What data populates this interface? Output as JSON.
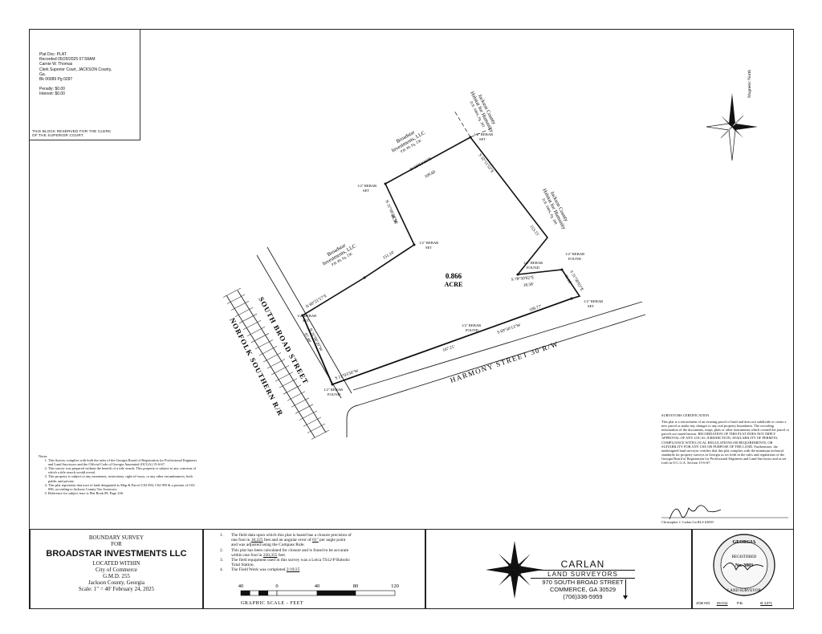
{
  "recording": {
    "lines": [
      "Plat Doc: PLAT",
      "Recorded 05/29/2025 07:58AM",
      "Carnie W. Thomas",
      "Clerk Superior Court, JACKSON County,",
      "Ga.",
      "Bk 00089 Pg 0287"
    ],
    "penalty": "Penalty: $0.00",
    "interest": "Interest: $0.00",
    "reserved1": "THIS BLOCK RESERVED FOR THE CLERK",
    "reserved2": "OF THE SUPERIOR COURT."
  },
  "north_label": "Magnetic North",
  "plat": {
    "acreage": "0.866",
    "acre_unit": "ACRE",
    "owners": [
      {
        "name": "Jackson County",
        "name2": "Habitat for Humanity",
        "ref": "D.B. 598A, Pg. 202"
      },
      {
        "name": "Broadstar",
        "name2": "Investments, LLC",
        "ref": "P.B. 89, Pg. 236"
      },
      {
        "name": "Jackson County",
        "name2": "Habitat for Humanity",
        "ref": "D.B. 598A, Pg. 208"
      },
      {
        "name": "Broadstar",
        "name2": "Investments, LLC",
        "ref": "P.B. 89, Pg. 236"
      }
    ],
    "calls": {
      "c1b": "N 59°51'16\"E",
      "c1d": "109.60",
      "c2b": "S 32°11'52\"E",
      "c2d": "153.15'",
      "c3b": "S 78°50'02\"E",
      "c3d": "18.58'",
      "c4b": "S 31°50'02\"E",
      "c4d": "41.10'",
      "c5b": "S 69°30'13\"W",
      "c5d1": "109.77'",
      "c5d2": "167.21'",
      "c6b": "S 21°03'56\"W",
      "c7b": "N 31°00'20\"W",
      "c7d": "87.48'",
      "c8b": "N 60°21'57\"E",
      "c9d": "151.10'",
      "c10b": "N 31°00'20\"W",
      "c10d": "66.56'"
    },
    "monuments": {
      "m_rebar_set": "1/2\" REBAR",
      "m_set": "SET",
      "m_found": "FOUND"
    },
    "streets": {
      "south_broad": "SOUTH BROAD STREET",
      "norfolk": "NORFOLK SOUTHERN R/R",
      "harmony": "HARMONY STREET 30'R/W"
    }
  },
  "notes": {
    "heading": "Notes:",
    "items": [
      "This Survey complies with both the rules of the Georgia Board of Registration for Professional Engineers and Land Surveyors and the Official Code of Georgia Annotated (OCGA) 15-6-67.",
      "This survey was prepared without the benefit of a title search. This property is subject to any concerns of which a title search would reveal.",
      "This property is subject to any easements, restrictions, right-of-ways, or any other encumbrances, both public and private.",
      "This plat represents that tract of land designated as Map & Parcel C02 094, C02 095 & a portion of C02 096, according to Jackson County Tax Assessors.",
      "Reference for subject tract is Plat Book 89, Page 236."
    ]
  },
  "certification": {
    "heading": "SURVEYORS CERTIFICATION",
    "body": "This plat is a retracement of an existing parcel of land and does not subdivide or create a new parcel or make any changes to any real property boundaries. The recording information of the documents, maps, plats or other instruments which created the parcel or parcels are stated hereon. RECORDATION OF THIS PLAT DOES NOT IMPLY APPROVAL OF ANY LOCAL JURISDICTION, AVAILABILITY OF PERMITS, COMPLIANCE WITH LOCAL REGULATIONS OR REQUIREMENTS, OR SUITABILITY FOR ANY USE OR PURPOSE OF THE LAND. Furthermore, the undersigned land surveyor certifies that this plat complies with the minimum technical standards for property surveys in Georgia as set forth in the rules and regulations of the Georgia Board of Registration for Professional Engineers and Land Surveyors and as set forth in O.C.G.A. Section 15-6-67.",
    "signer": "Christopher J. Carlan  Ga RLS #3003"
  },
  "title_block": {
    "l1": "BOUNDARY SURVEY",
    "l2": "FOR",
    "l3": "BROADSTAR INVESTMENTS LLC",
    "l4": "LOCATED WITHIN",
    "l5": "City of Commerce",
    "l6": "G.M.D. 255",
    "l7": "Jackson County, Georgia",
    "l8": "Scale: 1\" = 40'  February 24, 2025"
  },
  "field": {
    "f1a": "The field data upon which this plat is based has a closure precision of",
    "f1b": "one foot in",
    "f1c": "18,225",
    "f1d": "feet and an angular error of",
    "f1e": "01\"",
    "f1f": "per angle point",
    "f1g": "and was adjusted using the Compass Rule.",
    "f2a": "This plat has been calculated for closure and is found to be accurate",
    "f2b": "within one foot in",
    "f2c": "220,355",
    "f2d": "feet.",
    "f3a": "The field equipment used in this survey was a Leica TS12-P Robotic",
    "f3b": "Total Station.",
    "f4a": "The Field Work was completed",
    "f4b": "2/19/25",
    "scale_labels": [
      "40",
      "0",
      "40",
      "80",
      "120"
    ],
    "graphic": "GRAPHIC  SCALE  -  FEET"
  },
  "company": {
    "name": "CARLAN",
    "sub": "LAND SURVEYORS",
    "addr": "970 SOUTH BROAD STREET",
    "city": "COMMERCE, GA  30529",
    "phone": "(706)336-5959"
  },
  "seal": {
    "top": "GEORGIA",
    "mid1": "REGISTERED",
    "num": "No. 3003",
    "bottom": "LAND SURVEYOR"
  },
  "job": {
    "job_label": "JOB NO.",
    "job_val": "25-011",
    "pb_label": "P.B.",
    "b_label": "B-1371"
  }
}
